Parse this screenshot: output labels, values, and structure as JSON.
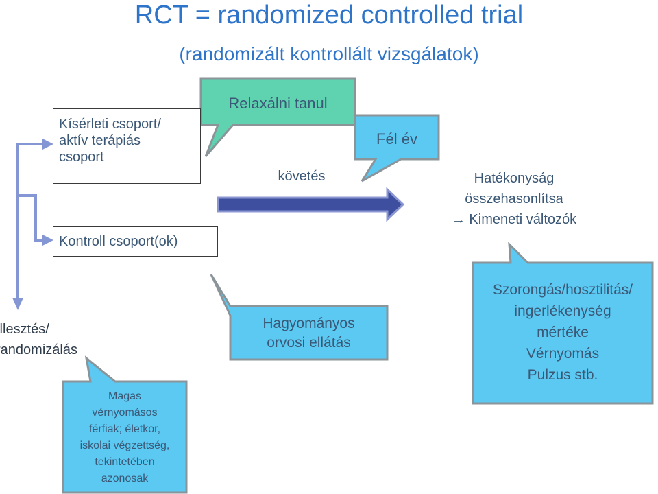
{
  "title": "RCT = randomized controlled trial",
  "subtitle": "(randomizált kontrollált vizsgálatok)",
  "experimental_group": [
    "Kísérleti csoport/",
    "aktív terápiás",
    "csoport"
  ],
  "control_group": "Kontroll csoport(ok)",
  "relax_callout": "Relaxálni tanul",
  "half_year_callout": "Fél év",
  "follow_up": "követés",
  "outcome": {
    "line1": "Hatékonyság",
    "line2": "összehasonlítsa",
    "line3": "Kimeneti változók",
    "arrow_glyph": "→"
  },
  "matching": [
    "Illesztés/",
    "randomizálás"
  ],
  "matching_callout": [
    "Magas",
    "vérnyomásos",
    "férfiak; életkor,",
    "iskolai végzettség,",
    "tekintetében",
    "azonosak"
  ],
  "usual_care_callout": [
    "Hagyományos",
    "orvosi ellátás"
  ],
  "outcomes_callout": [
    "Szorongás/hosztilitás/",
    "ingerlékenység",
    "mértéke",
    "Vérnyomás",
    "Pulzus stb."
  ],
  "colors": {
    "title": "#2e74c8",
    "teal_callout": "#5fd3b0",
    "blue_callout": "#5bc9f2",
    "arrow_fill": "#3d4f9e",
    "connector": "#8596d4"
  }
}
